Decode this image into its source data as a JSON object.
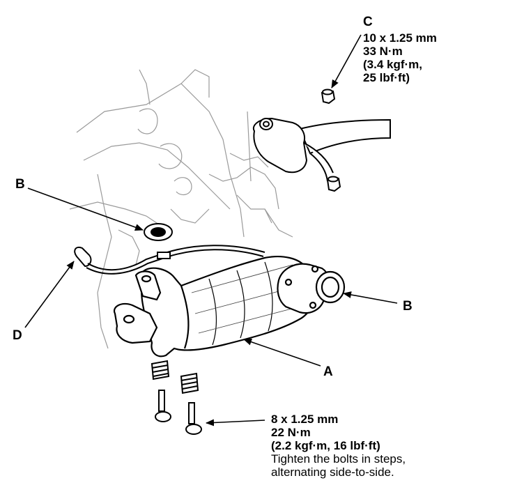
{
  "callouts": {
    "a": "A",
    "b_left": "B",
    "b_right": "B",
    "c": "C",
    "d": "D"
  },
  "spec_nut": {
    "size": "10 x 1.25 mm",
    "torque_nm": "33 N·m",
    "torque_kgf": "(3.4 kgf·m,",
    "torque_lbf": "25 lbf·ft)"
  },
  "spec_bolts": {
    "size": "8 x 1.25 mm",
    "torque_nm": "22 N·m",
    "torque_other": "(2.2 kgf·m, 16 lbf·ft)",
    "note_line1": "Tighten the bolts in steps,",
    "note_line2": "alternating side-to-side."
  },
  "colors": {
    "ink": "#000000",
    "paper": "#ffffff",
    "faint": "#9a9a9a"
  },
  "icons": [
    "catalytic-converter-illustration",
    "gasket-ring",
    "flange-nut",
    "spring-bolt",
    "oxygen-sensor"
  ]
}
